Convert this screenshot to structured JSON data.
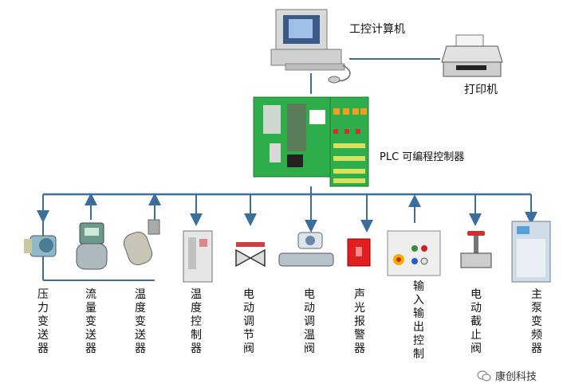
{
  "computer_label": "工控计算机",
  "printer_label": "打印机",
  "plc_label": "PLC 可编程控制器",
  "devices": [
    {
      "id": "pressure",
      "label": "压力变送器"
    },
    {
      "id": "flow",
      "label": "流量变送器"
    },
    {
      "id": "temp-trans",
      "label": "温度变送器"
    },
    {
      "id": "temp-ctrl",
      "label": "温度控制器"
    },
    {
      "id": "valve-reg",
      "label": "电动调节阀"
    },
    {
      "id": "temp-valve",
      "label": "电动调温阀"
    },
    {
      "id": "alarm",
      "label": "声光报警器"
    },
    {
      "id": "io",
      "label": "输入输出控制"
    },
    {
      "id": "shutoff",
      "label": "电动截止阀"
    },
    {
      "id": "vfd",
      "label": "主泵变频器"
    }
  ],
  "brand": "康创科技",
  "colors": {
    "bus": "#3b6e9a",
    "plc_green": "#2eae4a",
    "alarm_red": "#e02020"
  }
}
